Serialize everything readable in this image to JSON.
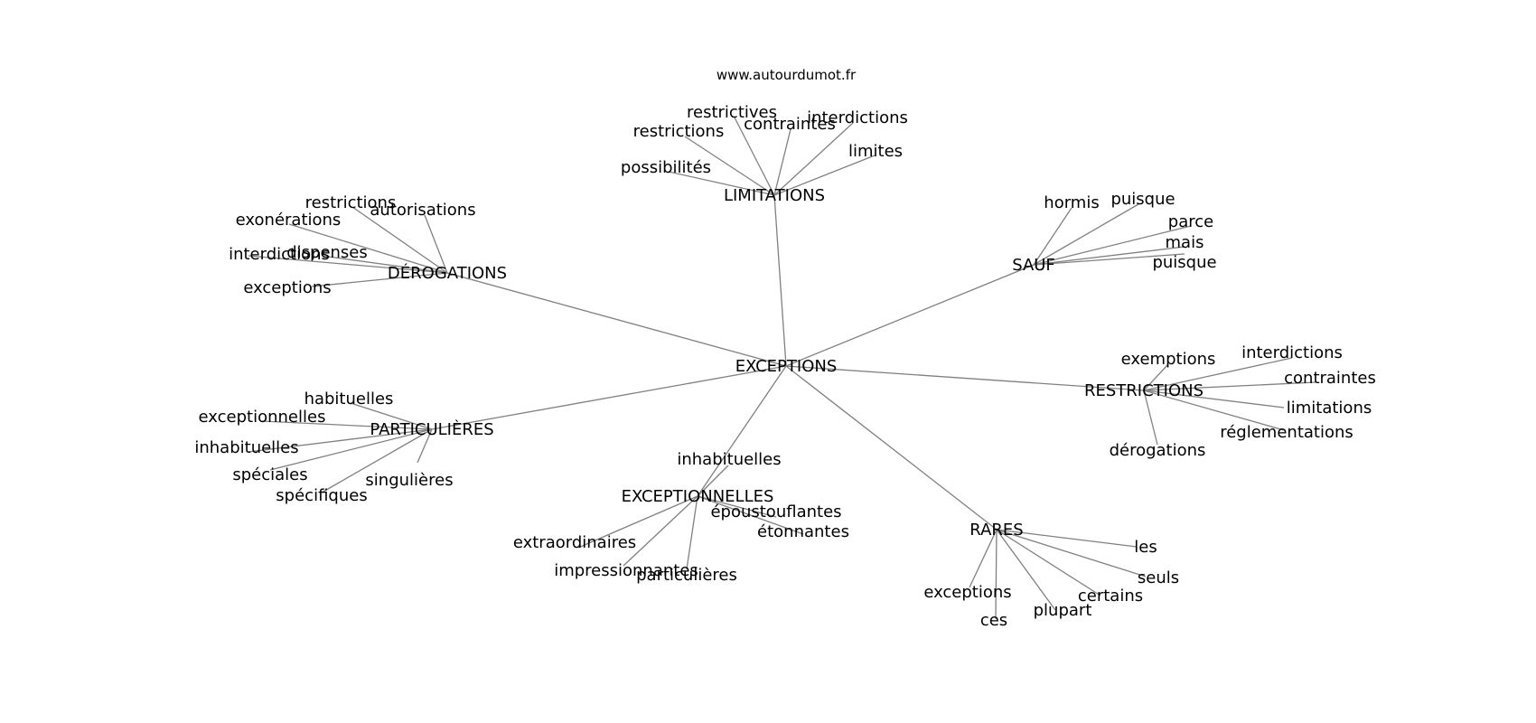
{
  "site": "www.autourdumot.fr",
  "colors": {
    "edge": "#808080",
    "text": "#000000",
    "background": "#ffffff"
  },
  "graph": {
    "center": "EXCEPTIONS",
    "clusters": [
      {
        "hub": "LIMITATIONS",
        "leaves": [
          "restrictives",
          "restrictions",
          "contraintes",
          "interdictions",
          "limites",
          "possibilités"
        ]
      },
      {
        "hub": "DÉROGATIONS",
        "leaves": [
          "restrictions",
          "exonérations",
          "autorisations",
          "dispenses",
          "interdictions",
          "exceptions"
        ]
      },
      {
        "hub": "SAUF",
        "leaves": [
          "hormis",
          "puisque",
          "parce",
          "mais",
          "puisque"
        ]
      },
      {
        "hub": "RESTRICTIONS",
        "leaves": [
          "exemptions",
          "interdictions",
          "contraintes",
          "limitations",
          "réglementations",
          "dérogations"
        ]
      },
      {
        "hub": "PARTICULIÈRES",
        "leaves": [
          "habituelles",
          "exceptionnelles",
          "inhabituelles",
          "spéciales",
          "spécifiques",
          "singulières"
        ]
      },
      {
        "hub": "EXCEPTIONNELLES",
        "leaves": [
          "inhabituelles",
          "époustouflantes",
          "étonnantes",
          "extraordinaires",
          "impressionnantes",
          "particulières"
        ]
      },
      {
        "hub": "RARES",
        "leaves": [
          "les",
          "seuls",
          "certains",
          "plupart",
          "ces",
          "exceptions"
        ]
      }
    ]
  }
}
